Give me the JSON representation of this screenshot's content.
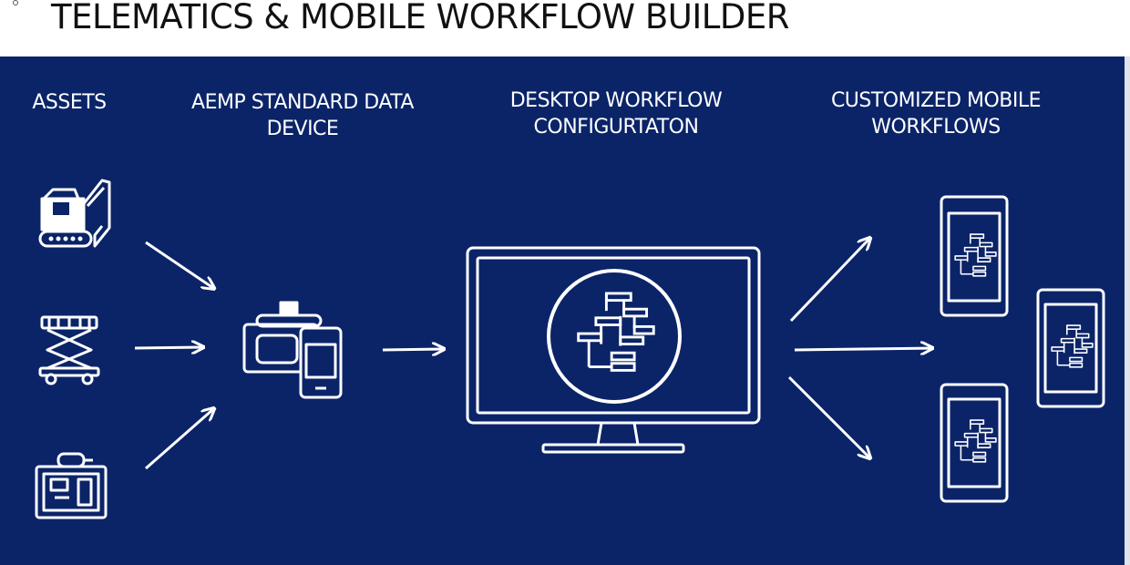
{
  "title": "TELEMATICS & MOBILE WORKFLOW BUILDER",
  "columns": [
    {
      "line1": "ASSETS",
      "line2": ""
    },
    {
      "line1": "AEMP STANDARD DATA",
      "line2": "DEVICE"
    },
    {
      "line1": "DESKTOP WORKFLOW",
      "line2": "CONFIGURTATON"
    },
    {
      "line1": "CUSTOMIZED MOBILE",
      "line2": "WORKFLOWS"
    }
  ],
  "colors": {
    "panel": "#0b2468",
    "foreground": "#ffffff"
  },
  "icons": [
    "excavator-icon",
    "scissor-lift-icon",
    "generator-icon",
    "telematics-device-icon",
    "desktop-monitor-icon",
    "workflow-diagram-icon",
    "mobile-phone-icon"
  ]
}
